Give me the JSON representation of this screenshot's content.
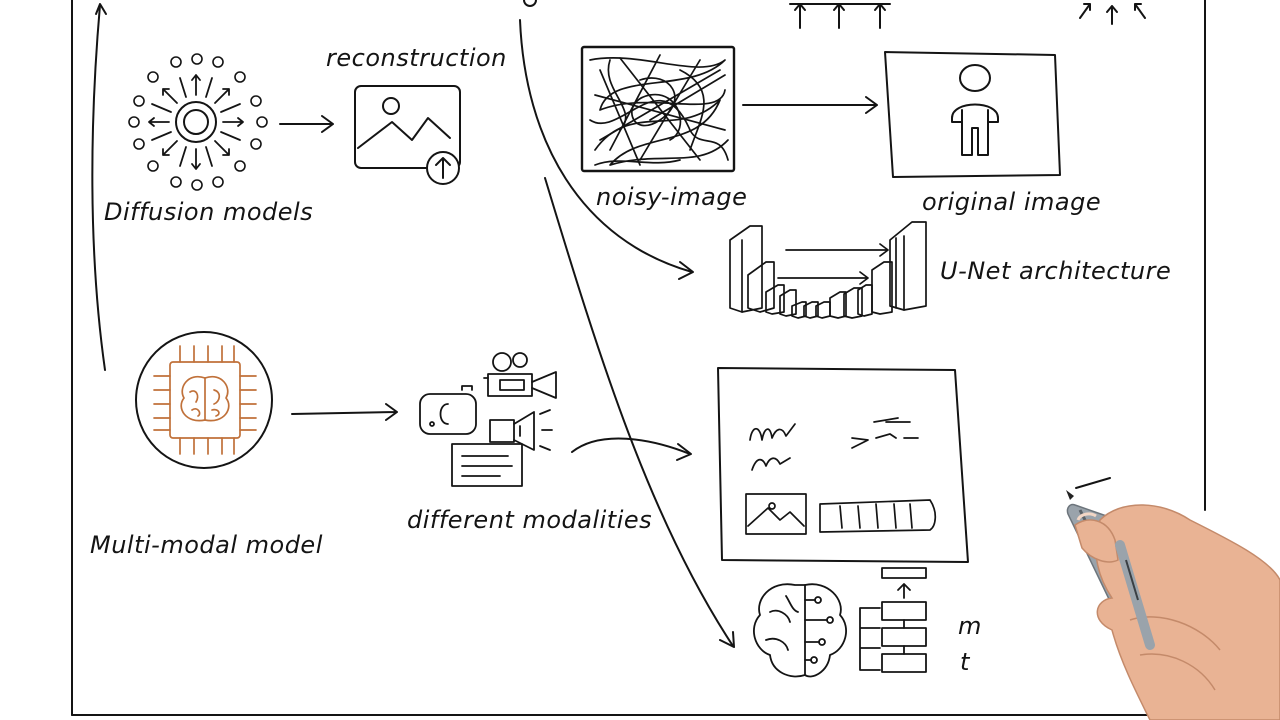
{
  "labels": {
    "reconstruction": "reconstruction",
    "diffusion_models": "Diffusion models",
    "noisy_image": "noisy-image",
    "original_image": "original image",
    "unet_architecture": "U-Net architecture",
    "multi_modal_model": "Multi-modal model",
    "different_modalities": "different modalities",
    "partial_m": "m",
    "partial_t": "t"
  },
  "colors": {
    "ink": "#141414",
    "accent": "#c0713a",
    "skin": "#e9b394",
    "marker": "#9aa3ab"
  },
  "icons": [
    "diffusion-burst-icon",
    "image-upload-icon",
    "noise-scribble-icon",
    "person-icon",
    "unet-blocks-icon",
    "brain-chip-icon",
    "media-devices-icon",
    "document-collage-icon",
    "brain-network-icon",
    "hand-with-marker"
  ]
}
